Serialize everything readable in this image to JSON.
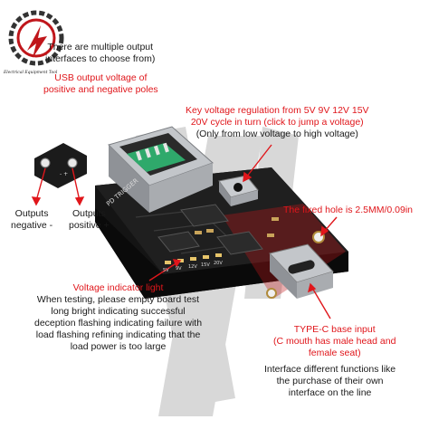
{
  "logo": {
    "caption": "Electrical Equipment Tool"
  },
  "annotations": {
    "output_interfaces": [
      "There are multiple output",
      "interfaces to choose from)"
    ],
    "usb_output": [
      "USB output voltage of",
      "positive and negative poles"
    ],
    "key_regulation": [
      "Key voltage regulation from 5V 9V 12V 15V",
      "20V cycle in turn (click to jump a voltage)",
      "(Only from low voltage to high voltage)"
    ],
    "outputs_negative": [
      "Outputs",
      "negative -"
    ],
    "outputs_positive": [
      "Outputs",
      "positive +"
    ],
    "fixed_hole": "The fixed hole is 2.5MM/0.09in",
    "voltage_indicator": [
      "Voltage indicator light",
      "When testing, please empty board test",
      "long bright indicating successful",
      "deception flashing indicating failure with",
      "load flashing refining indicating that the",
      "load power is too large"
    ],
    "typec": [
      "TYPE-C base input",
      "(C mouth has male head and",
      "female seat)"
    ],
    "interface_functions": [
      "Interface different functions like",
      "the purchase of their own",
      "interface on the line"
    ]
  },
  "board": {
    "silk_label": "PD TRIGGER",
    "voltage_marks": [
      "5V",
      "9V",
      "12V",
      "15V",
      "20V"
    ]
  },
  "colors": {
    "annotation_red": "#e0161b",
    "annotation_dark": "#1a1a1a",
    "pcb": "#111111",
    "metal": "#b9bcc0"
  }
}
